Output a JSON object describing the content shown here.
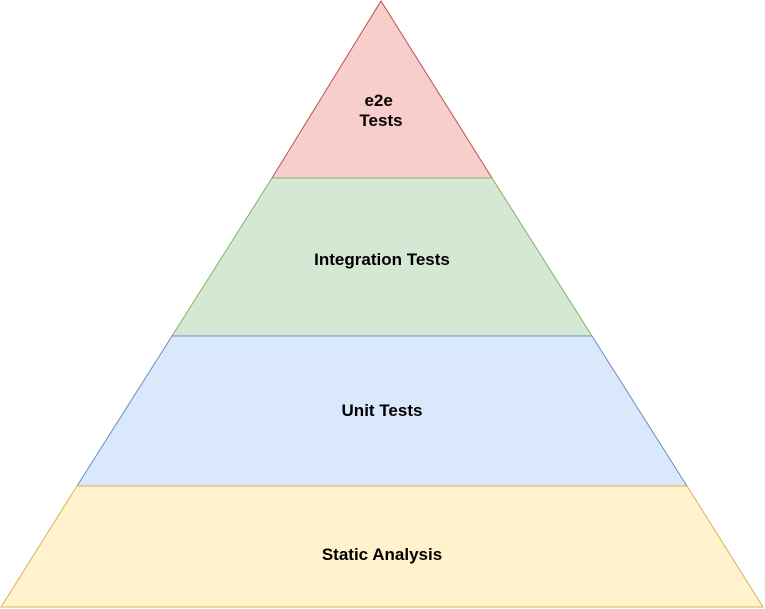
{
  "diagram": {
    "tiers": [
      {
        "id": "e2e",
        "label_lines": [
          "e2e",
          "Tests"
        ],
        "fill": "#f8cecc",
        "stroke": "#b85450"
      },
      {
        "id": "integration",
        "label_lines": [
          "Integration Tests"
        ],
        "fill": "#d5e8d4",
        "stroke": "#82b366"
      },
      {
        "id": "unit",
        "label_lines": [
          "Unit Tests"
        ],
        "fill": "#dae8fc",
        "stroke": "#6c8ebf"
      },
      {
        "id": "static",
        "label_lines": [
          "Static Analysis"
        ],
        "fill": "#fff2cc",
        "stroke": "#d6b656"
      }
    ]
  }
}
